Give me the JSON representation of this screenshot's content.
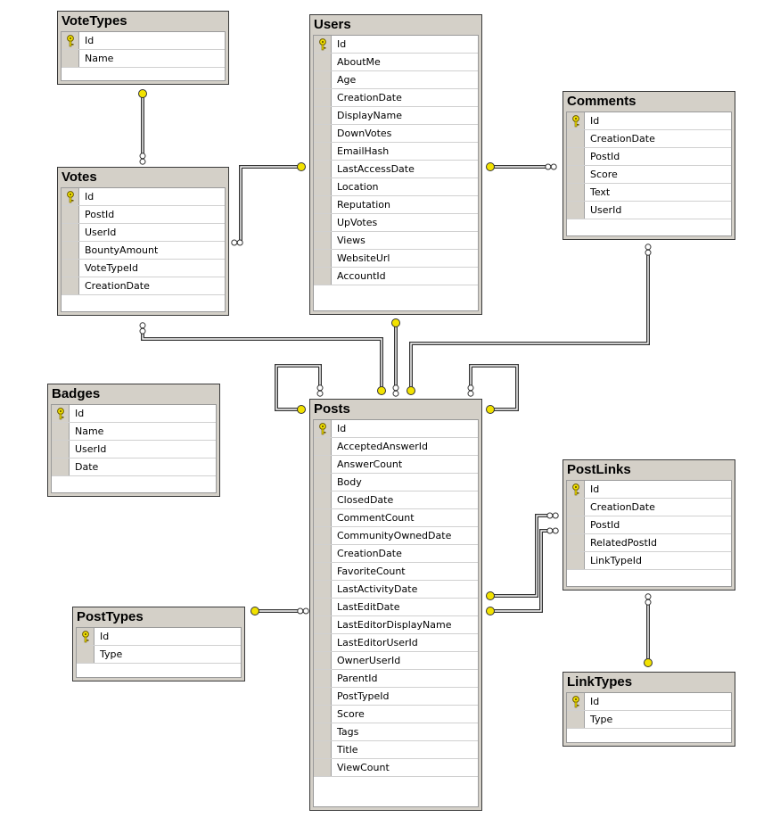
{
  "tables": {
    "votetypes": {
      "name": "VoteTypes",
      "columns": [
        "Id",
        "Name"
      ]
    },
    "users": {
      "name": "Users",
      "columns": [
        "Id",
        "AboutMe",
        "Age",
        "CreationDate",
        "DisplayName",
        "DownVotes",
        "EmailHash",
        "LastAccessDate",
        "Location",
        "Reputation",
        "UpVotes",
        "Views",
        "WebsiteUrl",
        "AccountId"
      ]
    },
    "comments": {
      "name": "Comments",
      "columns": [
        "Id",
        "CreationDate",
        "PostId",
        "Score",
        "Text",
        "UserId"
      ]
    },
    "votes": {
      "name": "Votes",
      "columns": [
        "Id",
        "PostId",
        "UserId",
        "BountyAmount",
        "VoteTypeId",
        "CreationDate"
      ]
    },
    "badges": {
      "name": "Badges",
      "columns": [
        "Id",
        "Name",
        "UserId",
        "Date"
      ]
    },
    "posts": {
      "name": "Posts",
      "columns": [
        "Id",
        "AcceptedAnswerId",
        "AnswerCount",
        "Body",
        "ClosedDate",
        "CommentCount",
        "CommunityOwnedDate",
        "CreationDate",
        "FavoriteCount",
        "LastActivityDate",
        "LastEditDate",
        "LastEditorDisplayName",
        "LastEditorUserId",
        "OwnerUserId",
        "ParentId",
        "PostTypeId",
        "Score",
        "Tags",
        "Title",
        "ViewCount"
      ]
    },
    "postlinks": {
      "name": "PostLinks",
      "columns": [
        "Id",
        "CreationDate",
        "PostId",
        "RelatedPostId",
        "LinkTypeId"
      ]
    },
    "posttypes": {
      "name": "PostTypes",
      "columns": [
        "Id",
        "Type"
      ]
    },
    "linktypes": {
      "name": "LinkTypes",
      "columns": [
        "Id",
        "Type"
      ]
    }
  },
  "relationships": [
    {
      "from": "Votes",
      "to": "VoteTypes"
    },
    {
      "from": "Votes",
      "to": "Users"
    },
    {
      "from": "Comments",
      "to": "Users"
    },
    {
      "from": "Votes",
      "to": "Posts"
    },
    {
      "from": "Posts",
      "to": "Users"
    },
    {
      "from": "Comments",
      "to": "Posts"
    },
    {
      "from": "Posts",
      "to": "Posts"
    },
    {
      "from": "Posts",
      "to": "Posts"
    },
    {
      "from": "Posts",
      "to": "PostTypes"
    },
    {
      "from": "PostLinks",
      "to": "Posts"
    },
    {
      "from": "PostLinks",
      "to": "Posts"
    },
    {
      "from": "PostLinks",
      "to": "LinkTypes"
    }
  ],
  "colors": {
    "key": "#f2e200",
    "line": "#333333",
    "header": "#d4d0c8"
  }
}
